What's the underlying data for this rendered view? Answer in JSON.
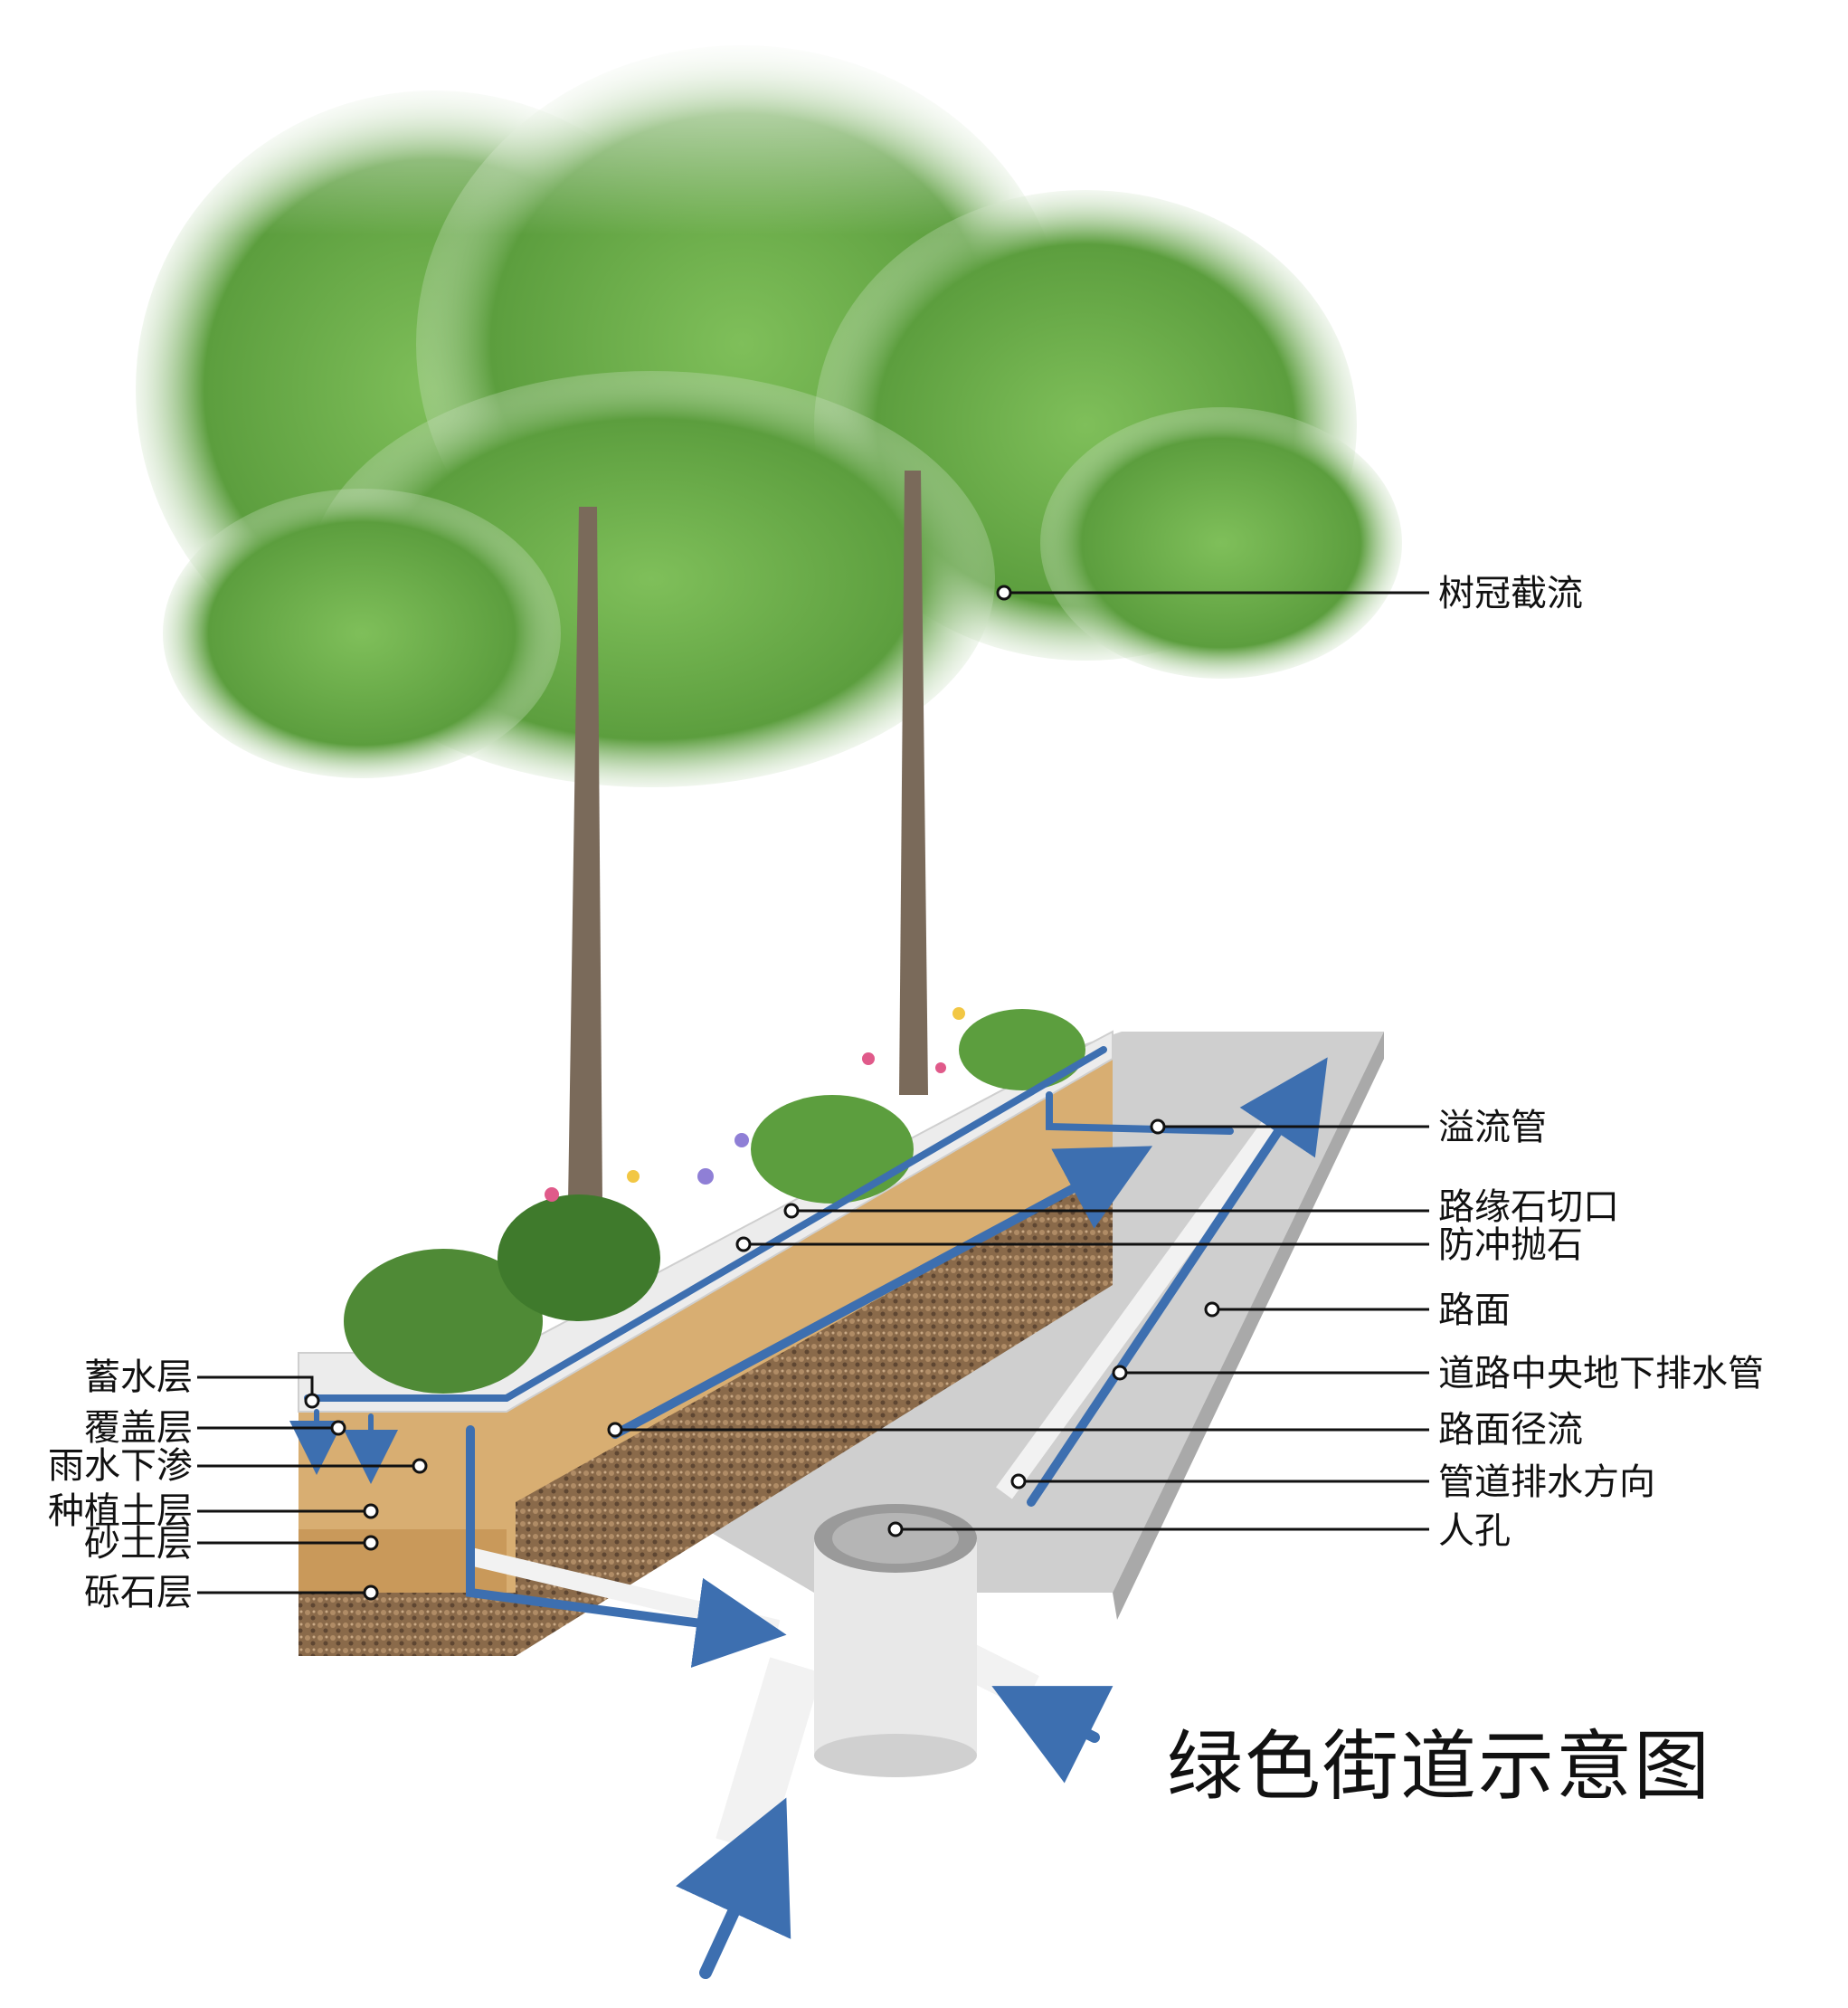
{
  "title": "绿色街道示意图",
  "labels_right": {
    "canopy": "树冠截流",
    "overflow_pipe": "溢流管",
    "curb_cut": "路缘石切口",
    "riprap": "防冲抛石",
    "pavement": "路面",
    "center_drain": "道路中央地下排水管",
    "runoff": "路面径流",
    "pipe_direction": "管道排水方向",
    "manhole": "人孔"
  },
  "labels_left": {
    "storage": "蓄水层",
    "mulch": "覆盖层",
    "infiltration": "雨水下渗",
    "planting_soil": "种植土层",
    "sand": "砂土层",
    "gravel": "砾石层"
  },
  "colors": {
    "foliage": "#6aa84f",
    "foliage_dark": "#3f7a2c",
    "trunk": "#7a6a5a",
    "soil": "#d8ae72",
    "sand": "#c9995a",
    "gravel": "#8a6a4a",
    "concrete": "#e9e9e9",
    "pavement": "#c7c7c7",
    "flow_arrow": "#3d6fb0",
    "pipe": "#f2f2f2",
    "leader": "#111111"
  },
  "icons": [
    "tree-canopy",
    "flowers",
    "grass-clump",
    "manhole-cover",
    "flow-arrow"
  ]
}
